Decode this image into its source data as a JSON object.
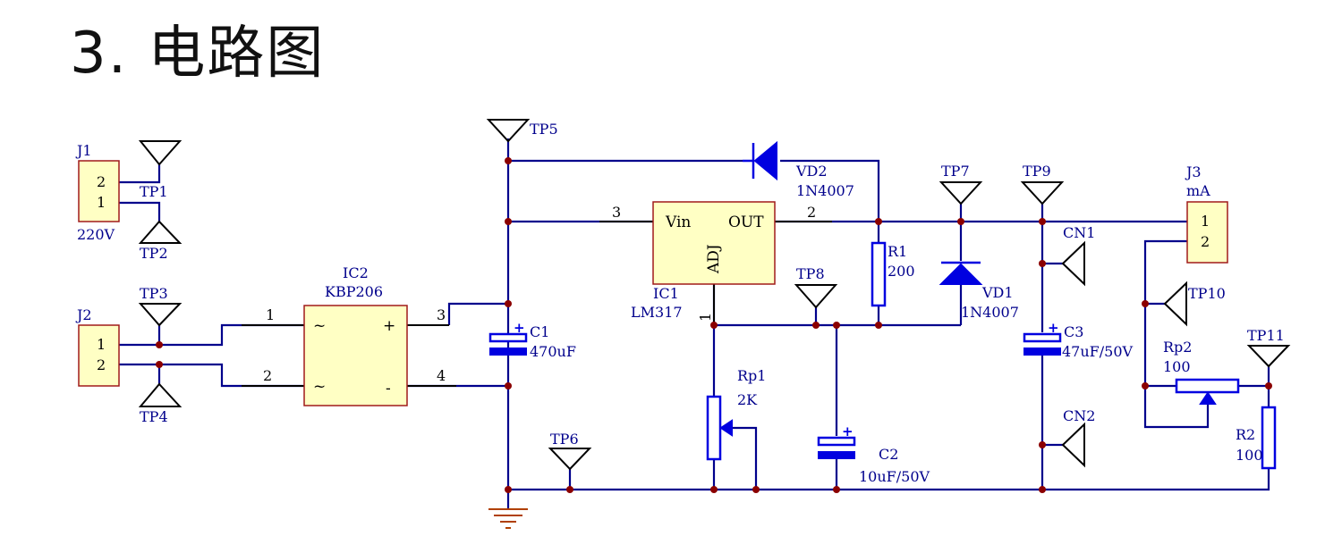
{
  "title": "3. 电路图",
  "components": {
    "J1": {
      "ref": "J1",
      "value": "220V",
      "pins": [
        "2",
        "1"
      ]
    },
    "J2": {
      "ref": "J2",
      "pins": [
        "1",
        "2"
      ]
    },
    "J3": {
      "ref": "J3",
      "value": "mA",
      "pins": [
        "1",
        "2"
      ]
    },
    "IC2": {
      "ref": "IC2",
      "value": "KBP206",
      "pins": [
        "1",
        "2",
        "3",
        "4"
      ],
      "marks": [
        "~",
        "~",
        "+",
        "-"
      ]
    },
    "IC1": {
      "ref": "IC1",
      "value": "LM317",
      "pins": [
        "3",
        "2",
        "1"
      ],
      "labels": [
        "Vin",
        "OUT",
        "ADJ"
      ]
    },
    "C1": {
      "ref": "C1",
      "value": "470uF"
    },
    "C2": {
      "ref": "C2",
      "value": "10uF/50V"
    },
    "C3": {
      "ref": "C3",
      "value": "47uF/50V"
    },
    "R1": {
      "ref": "R1",
      "value": "200"
    },
    "R2": {
      "ref": "R2",
      "value": "100"
    },
    "Rp1": {
      "ref": "Rp1",
      "value": "2K"
    },
    "Rp2": {
      "ref": "Rp2",
      "value": "100"
    },
    "VD1": {
      "ref": "VD1",
      "value": "1N4007"
    },
    "VD2": {
      "ref": "VD2",
      "value": "1N4007"
    },
    "CN1": {
      "ref": "CN1"
    },
    "CN2": {
      "ref": "CN2"
    }
  },
  "testpoints": [
    "TP1",
    "TP2",
    "TP3",
    "TP4",
    "TP5",
    "TP6",
    "TP7",
    "TP8",
    "TP9",
    "TP10",
    "TP11"
  ]
}
